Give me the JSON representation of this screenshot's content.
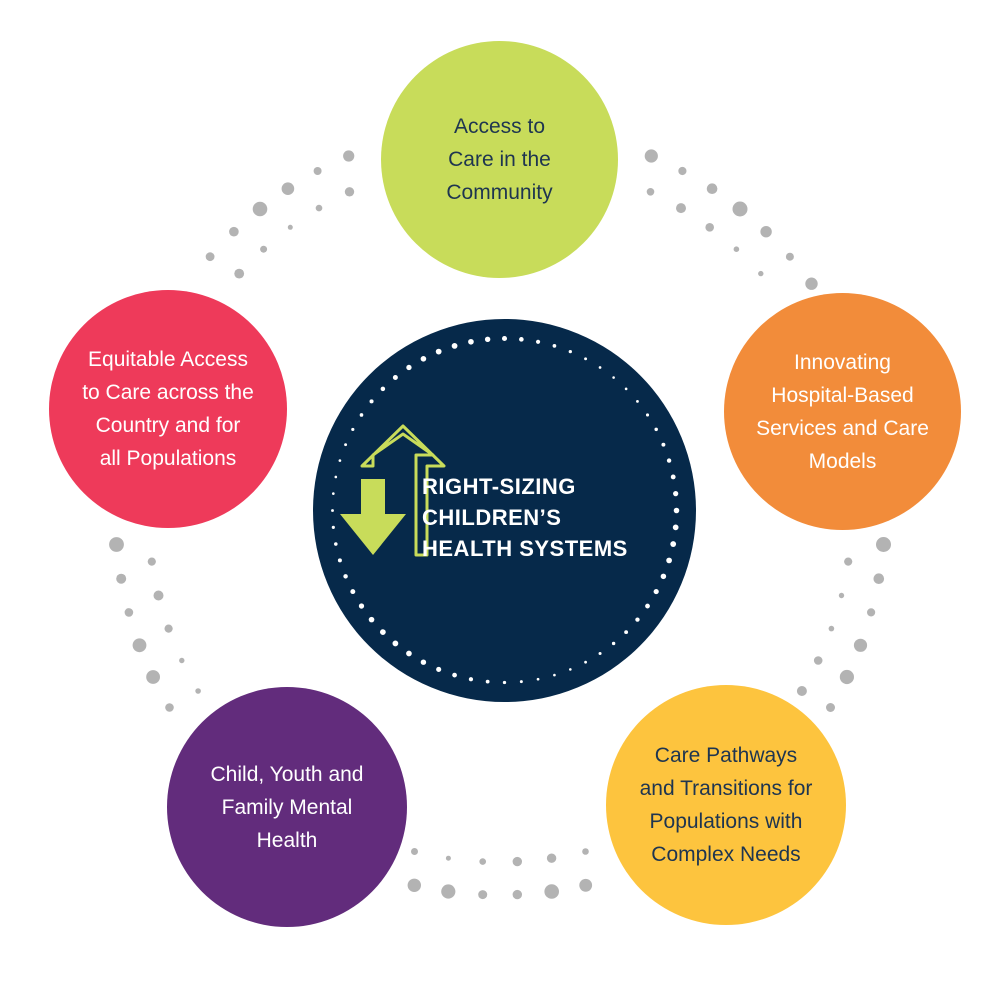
{
  "center": {
    "title_line1": "RIGHT-SIZING",
    "title_line2": "CHILDREN’S",
    "title_line3": "HEALTH SYSTEMS",
    "icon": "up-down-arrows-icon",
    "background_color": "#06294a",
    "arrow_color": "#c8dc5a"
  },
  "pillars": [
    {
      "id": "access-community",
      "label": "Access to\nCare in the\nCommunity",
      "color": "#c8dc5a",
      "text_color": "#1e3550"
    },
    {
      "id": "innovating-hospital",
      "label": "Innovating\nHospital-Based\nServices and Care\nModels",
      "color": "#f28c3a",
      "text_color": "#ffffff"
    },
    {
      "id": "equitable-access",
      "label": "Equitable Access\nto Care across the\nCountry and for\nall Populations",
      "color": "#ee3a5a",
      "text_color": "#ffffff"
    },
    {
      "id": "mental-health",
      "label": "Child, Youth and\nFamily Mental\nHealth",
      "color": "#622c7c",
      "text_color": "#ffffff"
    },
    {
      "id": "care-pathways",
      "label": "Care Pathways\nand Transitions for\nPopulations with\nComplex Needs",
      "color": "#fdc43e",
      "text_color": "#1e3550"
    }
  ],
  "decor": {
    "dot_color": "#b3b3b3"
  }
}
